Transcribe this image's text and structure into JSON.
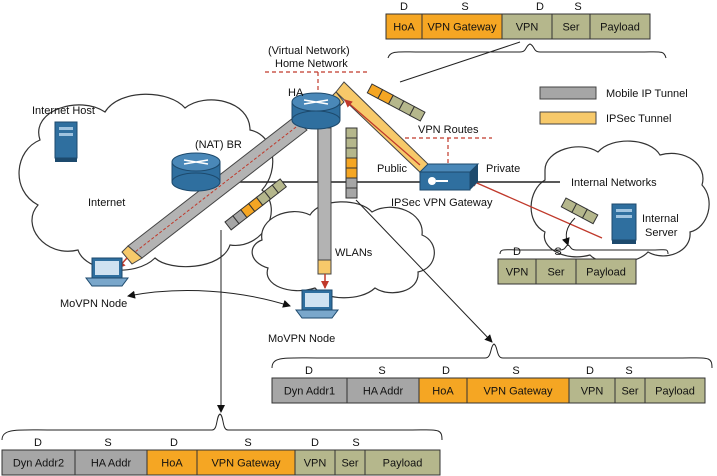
{
  "labels": {
    "virtual_network": "(Virtual Network)",
    "home_network": "Home Network",
    "ha": "HA",
    "internet_host": "Internet Host",
    "nat_br": "(NAT) BR",
    "internet": "Internet",
    "public": "Public",
    "private": "Private",
    "vpn_routes": "VPN Routes",
    "ipsec_vpn_gateway": "IPSec VPN Gateway",
    "internal_networks": "Internal Networks",
    "internal_server_line1": "Internal",
    "internal_server_line2": "Server",
    "wlans": "WLANs",
    "movpn_node_left": "MoVPN Node",
    "movpn_node_center": "MoVPN Node"
  },
  "legend": {
    "mobile_ip_tunnel": "Mobile IP Tunnel",
    "ipsec_tunnel": "IPSec Tunnel"
  },
  "colors": {
    "gray": "#a6a6a6",
    "orange": "#f5a623",
    "green": "#b5b78c",
    "tunnel_gray": "#b3b3b3",
    "tunnel_orange": "#f7c96a",
    "router_blue": "#2f6f9f",
    "route_red": "#c0392b"
  },
  "packets": {
    "top": {
      "headers": [
        "D",
        "S",
        "D",
        "S"
      ],
      "cells": [
        {
          "label": "HoA",
          "color": "orange"
        },
        {
          "label": "VPN Gateway",
          "color": "orange"
        },
        {
          "label": "VPN",
          "color": "green"
        },
        {
          "label": "Ser",
          "color": "green"
        },
        {
          "label": "Payload",
          "color": "green"
        }
      ]
    },
    "server": {
      "headers": [
        "D",
        "S"
      ],
      "cells": [
        {
          "label": "VPN",
          "color": "green"
        },
        {
          "label": "Ser",
          "color": "green"
        },
        {
          "label": "Payload",
          "color": "green"
        }
      ]
    },
    "middle": {
      "headers": [
        "D",
        "S",
        "D",
        "S",
        "D",
        "S"
      ],
      "cells": [
        {
          "label": "Dyn Addr1",
          "color": "gray"
        },
        {
          "label": "HA Addr",
          "color": "gray"
        },
        {
          "label": "HoA",
          "color": "orange"
        },
        {
          "label": "VPN Gateway",
          "color": "orange"
        },
        {
          "label": "VPN",
          "color": "green"
        },
        {
          "label": "Ser",
          "color": "green"
        },
        {
          "label": "Payload",
          "color": "green"
        }
      ]
    },
    "bottom": {
      "headers": [
        "D",
        "S",
        "D",
        "S",
        "D",
        "S"
      ],
      "cells": [
        {
          "label": "Dyn Addr2",
          "color": "gray"
        },
        {
          "label": "HA Addr",
          "color": "gray"
        },
        {
          "label": "HoA",
          "color": "orange"
        },
        {
          "label": "VPN Gateway",
          "color": "orange"
        },
        {
          "label": "VPN",
          "color": "green"
        },
        {
          "label": "Ser",
          "color": "green"
        },
        {
          "label": "Payload",
          "color": "green"
        }
      ]
    }
  }
}
